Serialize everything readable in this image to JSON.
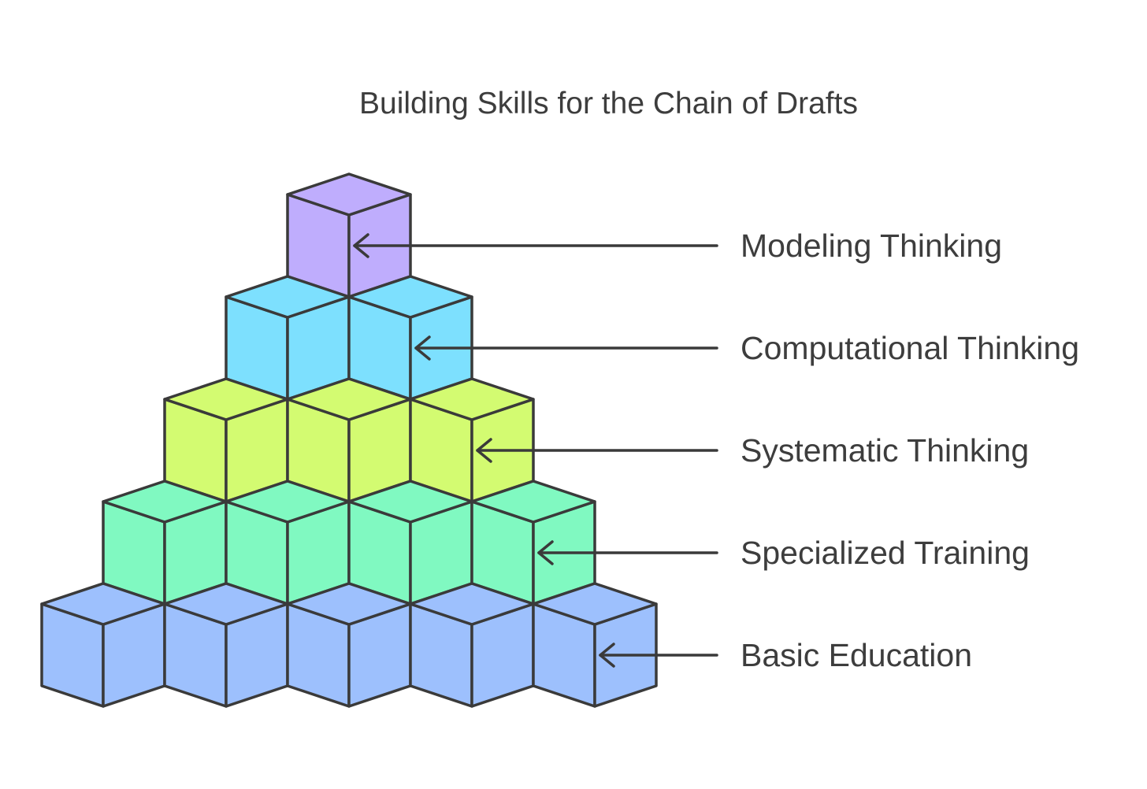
{
  "title": "Building Skills for the Chain of Drafts",
  "colors": {
    "stroke": "#3a3a3a",
    "text": "#3d3d3d",
    "tier_fills": [
      "#9dc0fd",
      "#80f9c1",
      "#d3fb71",
      "#7de0fe",
      "#bfadfd"
    ],
    "tier_shades": [
      "#9dc0fd",
      "#80f9c1",
      "#d3fb71",
      "#7de0fe",
      "#bfadfd"
    ]
  },
  "tiers": [
    {
      "label": "Basic Education",
      "cubes": 5
    },
    {
      "label": "Specialized Training",
      "cubes": 4
    },
    {
      "label": "Systematic Thinking",
      "cubes": 3
    },
    {
      "label": "Computational Thinking",
      "cubes": 2
    },
    {
      "label": "Modeling Thinking",
      "cubes": 1
    }
  ]
}
